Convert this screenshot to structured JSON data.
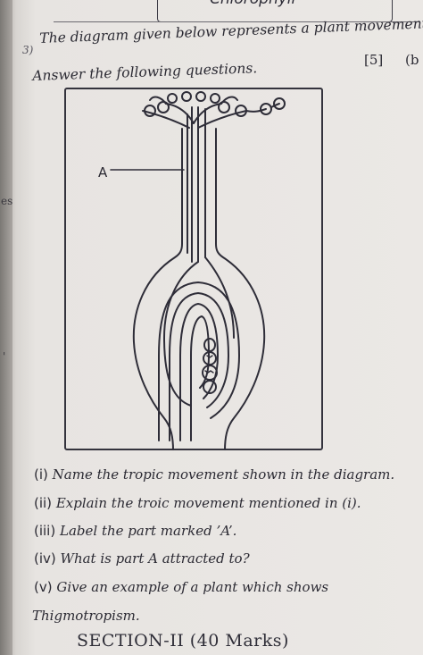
{
  "header": {
    "top_box_text": "Chlorophyll"
  },
  "question": {
    "number_mark": "3)",
    "intro_line1": "The diagram given below represents a plant movement.",
    "intro_line2": "Answer the following questions.",
    "marks": "[5]",
    "cut_text": "(b"
  },
  "margin_fragments": [
    "es",
    "'"
  ],
  "diagram": {
    "pointer_label": "A"
  },
  "sub_questions": [
    {
      "num": "(i)",
      "text": "Name the tropic movement shown in the diagram."
    },
    {
      "num": "(ii)",
      "text": "Explain the troic movement mentioned in (i)."
    },
    {
      "num": "(iii)",
      "text": "Label the part marked ’A’."
    },
    {
      "num": "(iv)",
      "text": "What is part A attracted to?"
    },
    {
      "num": "(v)",
      "text": "Give an example of a plant which shows"
    },
    {
      "num": "",
      "text": "Thigmotropism."
    }
  ],
  "section_heading": "SECTION-II (40 Marks)"
}
